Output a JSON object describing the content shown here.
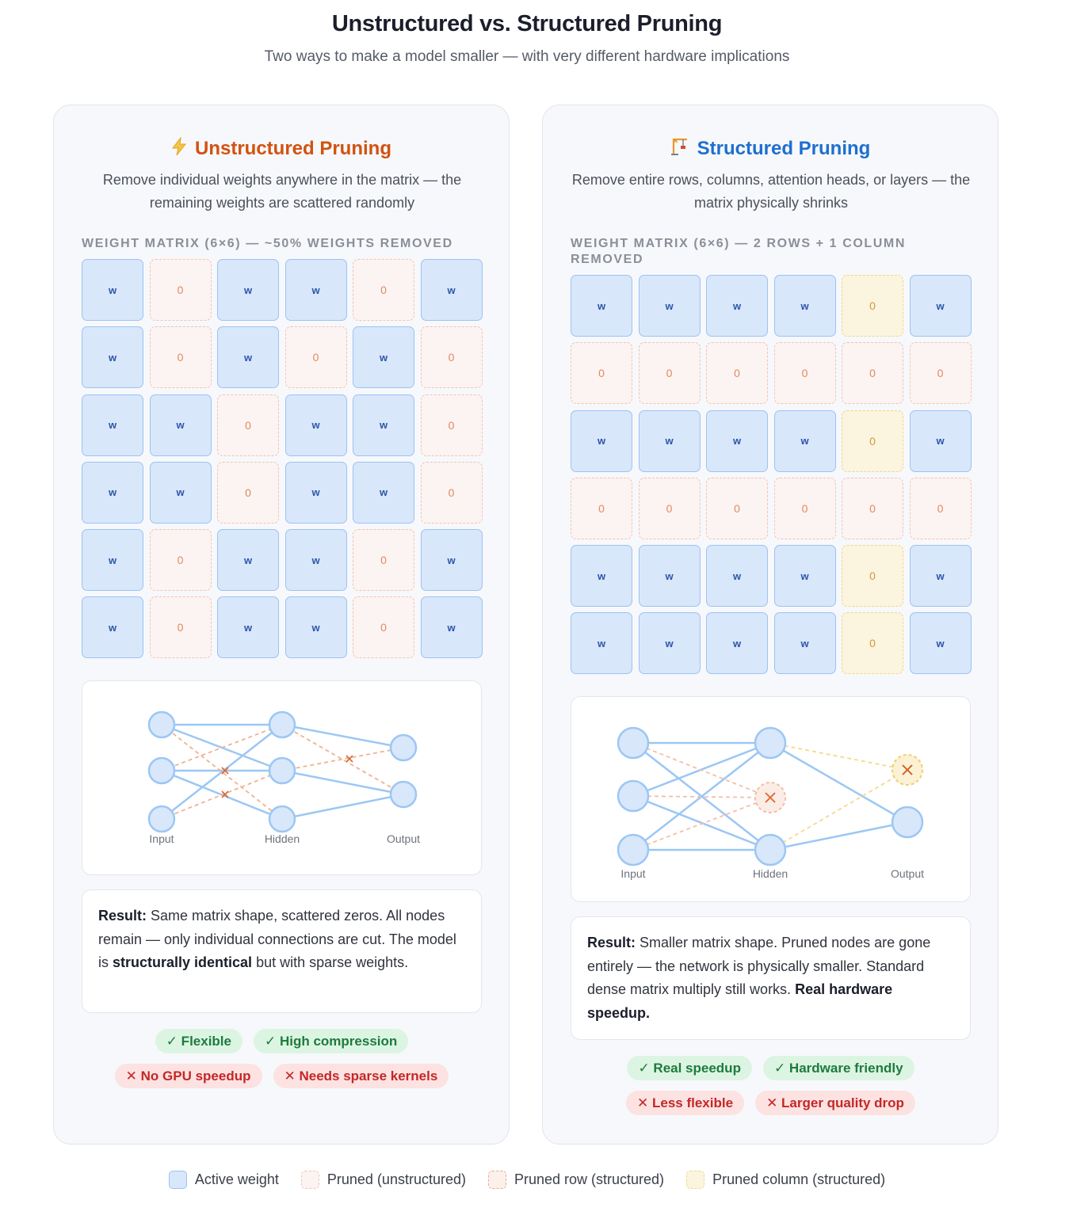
{
  "title": "Unstructured vs. Structured Pruning",
  "subtitle": "Two ways to make a model smaller — with very different hardware implications",
  "panels": {
    "unstructured": {
      "icon": "lightning-icon",
      "heading": "Unstructured Pruning",
      "description": "Remove individual weights anywhere in the matrix — the remaining weights are scattered randomly",
      "matrix_label": "WEIGHT MATRIX (6×6) — ~50% WEIGHTS REMOVED",
      "matrix": [
        [
          "w",
          "z",
          "w",
          "w",
          "z",
          "w"
        ],
        [
          "w",
          "z",
          "w",
          "z",
          "w",
          "z"
        ],
        [
          "w",
          "w",
          "z",
          "w",
          "w",
          "z"
        ],
        [
          "w",
          "w",
          "z",
          "w",
          "w",
          "z"
        ],
        [
          "w",
          "z",
          "w",
          "w",
          "z",
          "w"
        ],
        [
          "w",
          "z",
          "w",
          "w",
          "z",
          "w"
        ]
      ],
      "active_text": "w",
      "pruned_text": "0",
      "network_labels": {
        "input": "Input",
        "hidden": "Hidden",
        "output": "Output"
      },
      "result": {
        "label": "Result:",
        "text1": " Same matrix shape, scattered zeros. All nodes remain — only individual connections are cut. The model is ",
        "bold": "structurally identical",
        "text2": " but with sparse weights."
      },
      "pros": [
        "✓ Flexible",
        "✓ High compression"
      ],
      "cons": [
        "✕ No GPU speedup",
        "✕ Needs sparse kernels"
      ]
    },
    "structured": {
      "icon": "crane-icon",
      "heading": "Structured Pruning",
      "description": "Remove entire rows, columns, attention heads, or layers — the matrix physically shrinks",
      "matrix_label": "WEIGHT MATRIX (6×6) — 2 ROWS + 1 COLUMN REMOVED",
      "matrix": [
        [
          "w",
          "w",
          "w",
          "w",
          "c",
          "w"
        ],
        [
          "z",
          "z",
          "z",
          "z",
          "z",
          "z"
        ],
        [
          "w",
          "w",
          "w",
          "w",
          "c",
          "w"
        ],
        [
          "z",
          "z",
          "z",
          "z",
          "z",
          "z"
        ],
        [
          "w",
          "w",
          "w",
          "w",
          "c",
          "w"
        ],
        [
          "w",
          "w",
          "w",
          "w",
          "c",
          "w"
        ]
      ],
      "active_text": "w",
      "pruned_text": "0",
      "network_labels": {
        "input": "Input",
        "hidden": "Hidden",
        "output": "Output"
      },
      "result": {
        "label": "Result:",
        "text1": " Smaller matrix shape. Pruned nodes are gone entirely — the network is physically smaller. Standard dense matrix multiply still works. ",
        "bold": "Real hardware speedup.",
        "text2": ""
      },
      "pros": [
        "✓ Real speedup",
        "✓ Hardware friendly"
      ],
      "cons": [
        "✕ Less flexible",
        "✕ Larger quality drop"
      ]
    }
  },
  "legend": [
    {
      "swatch": "w",
      "label": "Active weight"
    },
    {
      "swatch": "z",
      "label": "Pruned (unstructured)"
    },
    {
      "swatch": "r",
      "label": "Pruned row (structured)"
    },
    {
      "swatch": "c",
      "label": "Pruned column (structured)"
    }
  ],
  "colors": {
    "unstructured_accent": "#d2520f",
    "structured_accent": "#1e6fd0",
    "active_fill": "#d9e7fb",
    "active_stroke": "#9cc3f2",
    "pruned_stroke": "#f3c3b2",
    "column_stroke": "#f1d889",
    "pro_bg": "#dcf5e3",
    "con_bg": "#fde2e2"
  }
}
